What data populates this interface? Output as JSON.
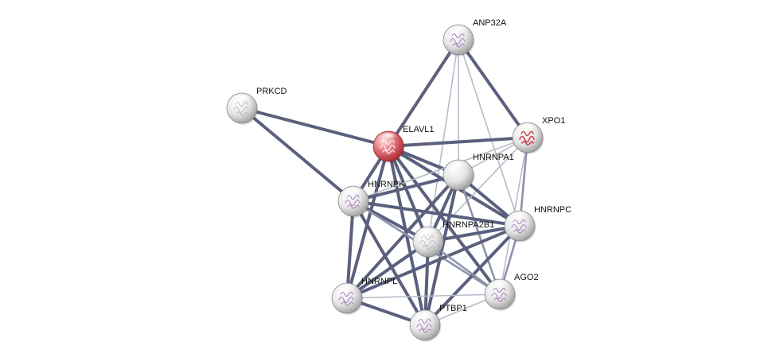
{
  "network": {
    "nodes": [
      {
        "id": "ANP32A",
        "label": "ANP32A",
        "style": "white",
        "glyph": "purple"
      },
      {
        "id": "PRKCD",
        "label": "PRKCD",
        "style": "white",
        "glyph": "faint"
      },
      {
        "id": "ELAVL1",
        "label": "ELAVL1",
        "style": "query",
        "glyph": "red"
      },
      {
        "id": "XPO1",
        "label": "XPO1",
        "style": "white",
        "glyph": "red"
      },
      {
        "id": "HNRNPA1",
        "label": "HNRNPA1",
        "style": "white",
        "glyph": "none"
      },
      {
        "id": "HNRNPK",
        "label": "HNRNPK",
        "style": "white",
        "glyph": "purple"
      },
      {
        "id": "HNRNPC",
        "label": "HNRNPC",
        "style": "white",
        "glyph": "purple"
      },
      {
        "id": "HNRNPA2B1",
        "label": "HNRNPA2B1",
        "style": "white",
        "glyph": "faint"
      },
      {
        "id": "AGO2",
        "label": "AGO2",
        "style": "white",
        "glyph": "purple"
      },
      {
        "id": "HNRNPL",
        "label": "HNRNPL",
        "style": "white",
        "glyph": "purple"
      },
      {
        "id": "PTBP1",
        "label": "PTBP1",
        "style": "white",
        "glyph": "purple"
      }
    ],
    "edges": [
      {
        "a": "ANP32A",
        "b": "ELAVL1",
        "strength": "strong"
      },
      {
        "a": "ANP32A",
        "b": "XPO1",
        "strength": "strong"
      },
      {
        "a": "ANP32A",
        "b": "HNRNPA1",
        "strength": "weak"
      },
      {
        "a": "ANP32A",
        "b": "HNRNPC",
        "strength": "weak"
      },
      {
        "a": "ANP32A",
        "b": "HNRNPA2B1",
        "strength": "weak"
      },
      {
        "a": "PRKCD",
        "b": "ELAVL1",
        "strength": "strong"
      },
      {
        "a": "PRKCD",
        "b": "HNRNPK",
        "strength": "strong"
      },
      {
        "a": "ELAVL1",
        "b": "XPO1",
        "strength": "strong"
      },
      {
        "a": "ELAVL1",
        "b": "HNRNPA1",
        "strength": "strong"
      },
      {
        "a": "ELAVL1",
        "b": "HNRNPK",
        "strength": "strong"
      },
      {
        "a": "ELAVL1",
        "b": "HNRNPC",
        "strength": "strong"
      },
      {
        "a": "ELAVL1",
        "b": "HNRNPA2B1",
        "strength": "strong"
      },
      {
        "a": "ELAVL1",
        "b": "AGO2",
        "strength": "strong"
      },
      {
        "a": "ELAVL1",
        "b": "HNRNPL",
        "strength": "strong"
      },
      {
        "a": "ELAVL1",
        "b": "PTBP1",
        "strength": "strong"
      },
      {
        "a": "XPO1",
        "b": "HNRNPA1",
        "strength": "weak"
      },
      {
        "a": "XPO1",
        "b": "HNRNPC",
        "strength": "medium"
      },
      {
        "a": "XPO1",
        "b": "AGO2",
        "strength": "weak"
      },
      {
        "a": "XPO1",
        "b": "HNRNPA2B1",
        "strength": "weak"
      },
      {
        "a": "XPO1",
        "b": "HNRNPK",
        "strength": "weak"
      },
      {
        "a": "HNRNPA1",
        "b": "HNRNPK",
        "strength": "strong"
      },
      {
        "a": "HNRNPA1",
        "b": "HNRNPC",
        "strength": "strong"
      },
      {
        "a": "HNRNPA1",
        "b": "HNRNPA2B1",
        "strength": "strong"
      },
      {
        "a": "HNRNPA1",
        "b": "HNRNPL",
        "strength": "strong"
      },
      {
        "a": "HNRNPA1",
        "b": "PTBP1",
        "strength": "strong"
      },
      {
        "a": "HNRNPA1",
        "b": "AGO2",
        "strength": "medium"
      },
      {
        "a": "HNRNPK",
        "b": "HNRNPC",
        "strength": "strong"
      },
      {
        "a": "HNRNPK",
        "b": "HNRNPA2B1",
        "strength": "strong"
      },
      {
        "a": "HNRNPK",
        "b": "HNRNPL",
        "strength": "strong"
      },
      {
        "a": "HNRNPK",
        "b": "PTBP1",
        "strength": "strong"
      },
      {
        "a": "HNRNPK",
        "b": "AGO2",
        "strength": "medium"
      },
      {
        "a": "HNRNPC",
        "b": "HNRNPA2B1",
        "strength": "strong"
      },
      {
        "a": "HNRNPC",
        "b": "HNRNPL",
        "strength": "strong"
      },
      {
        "a": "HNRNPC",
        "b": "PTBP1",
        "strength": "strong"
      },
      {
        "a": "HNRNPC",
        "b": "AGO2",
        "strength": "medium"
      },
      {
        "a": "HNRNPA2B1",
        "b": "HNRNPL",
        "strength": "strong"
      },
      {
        "a": "HNRNPA2B1",
        "b": "PTBP1",
        "strength": "strong"
      },
      {
        "a": "HNRNPA2B1",
        "b": "AGO2",
        "strength": "medium"
      },
      {
        "a": "HNRNPL",
        "b": "PTBP1",
        "strength": "strong"
      },
      {
        "a": "HNRNPL",
        "b": "AGO2",
        "strength": "weak"
      },
      {
        "a": "PTBP1",
        "b": "AGO2",
        "strength": "weak"
      }
    ]
  },
  "colors": {
    "edge_strong": "#5a607d",
    "edge_medium": "#8d93ab",
    "edge_weak": "#b8bcca",
    "node_white_light": "#ffffff",
    "node_white_dark": "#a9a9a9",
    "node_query_light": "#ffd0d0",
    "node_query_dark": "#b8323a",
    "glyph_purple": "#9b6fb8",
    "glyph_red": "#cc2f3c",
    "label": "#111111"
  }
}
